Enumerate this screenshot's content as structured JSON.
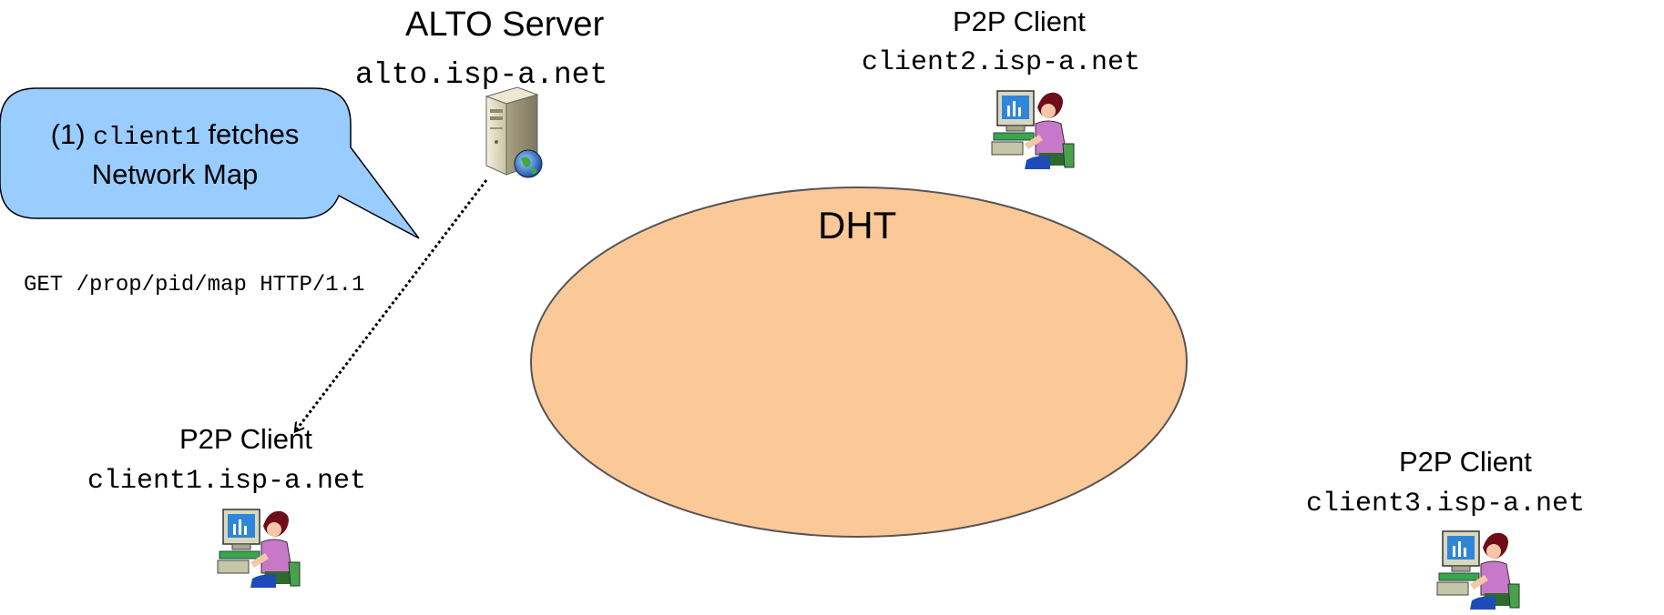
{
  "alto_server": {
    "title": "ALTO Server",
    "host": "alto.isp-a.net",
    "icon": "server-icon"
  },
  "clients": [
    {
      "title": "P2P Client",
      "host": "client1.isp-a.net",
      "icon": "user-computer-icon"
    },
    {
      "title": "P2P Client",
      "host": "client2.isp-a.net",
      "icon": "user-computer-icon"
    },
    {
      "title": "P2P Client",
      "host": "client3.isp-a.net",
      "icon": "user-computer-icon"
    }
  ],
  "dht": {
    "label": "DHT",
    "fill": "#fbc898",
    "stroke": "#555555"
  },
  "callout": {
    "step": "(1)",
    "actor": "client1",
    "action": "fetches",
    "object": "Network Map",
    "fill": "#99ccff",
    "stroke": "#000000"
  },
  "request": {
    "text": "GET /prop/pid/map HTTP/1.1"
  }
}
